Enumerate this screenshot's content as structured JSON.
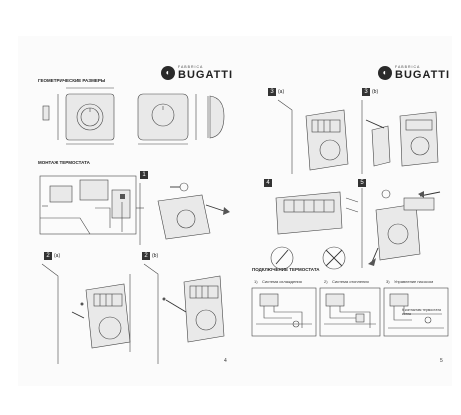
{
  "left_page": {
    "logo": {
      "sub": "FABBRICA",
      "name": "BUGATTI"
    },
    "section_dimensions": "ГЕОМЕТРИЧЕСКИЕ РАЗМЕРЫ",
    "section_mounting": "МОНТАЖ ТЕРМОСТАТА",
    "steps": [
      {
        "num": "1",
        "suffix": ""
      },
      {
        "num": "2",
        "suffix": "(a)"
      },
      {
        "num": "2",
        "suffix": "(b)"
      }
    ],
    "page_number": "4"
  },
  "right_page": {
    "logo": {
      "sub": "FABBRICA",
      "name": "BUGATTI"
    },
    "steps": [
      {
        "num": "3",
        "suffix": "(a)"
      },
      {
        "num": "3",
        "suffix": "(b)"
      },
      {
        "num": "4",
        "suffix": ""
      },
      {
        "num": "5",
        "suffix": ""
      }
    ],
    "section_wiring": "ПОДКЛЮЧЕНИЕ ТЕРМОСТАТА",
    "diagrams": [
      {
        "num": "1)",
        "label": "Система охлаждения"
      },
      {
        "num": "2)",
        "label": "Система отопления"
      },
      {
        "num": "3)",
        "label": "Управление насосом"
      }
    ],
    "diagram3_note": "К контактам термостата котла",
    "page_number": "5"
  }
}
